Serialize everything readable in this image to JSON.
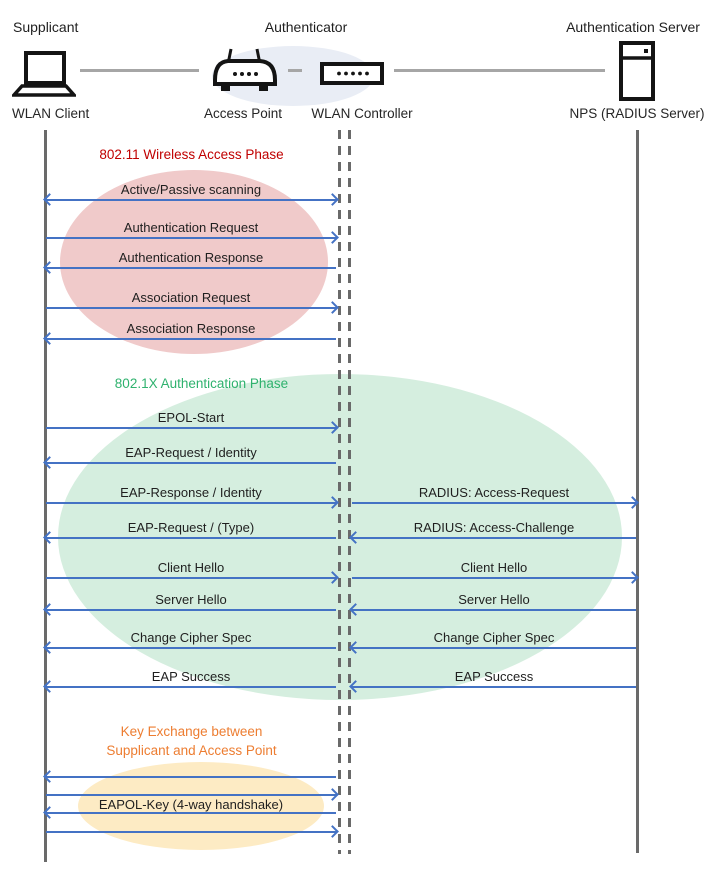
{
  "header": {
    "roles": {
      "supplicant": "Supplicant",
      "authenticator": "Authenticator",
      "authentication_server": "Authentication Server"
    },
    "devices": {
      "wlan_client": "WLAN Client",
      "access_point": "Access Point",
      "wlan_controller": "WLAN Controller",
      "nps": "NPS (RADIUS Server)"
    },
    "icons": [
      "laptop-icon",
      "access-point-icon",
      "wlan-controller-icon",
      "server-icon"
    ]
  },
  "phases": {
    "wireless_access": {
      "title": "802.11 Wireless Access Phase",
      "title_color": "#C00000",
      "fill": "#F0CACA"
    },
    "dot1x": {
      "title": "802.1X Authentication Phase",
      "title_color": "#2FB26E",
      "fill": "#D5EEDF"
    },
    "key_exchange": {
      "title_line1": "Key Exchange between",
      "title_line2": "Supplicant and Access Point",
      "title_color": "#ED7D31",
      "fill": "#FDEBC4"
    }
  },
  "messages": {
    "client_to_controller": [
      {
        "label": "Active/Passive scanning",
        "direction": "both"
      },
      {
        "label": "Authentication Request",
        "direction": "right"
      },
      {
        "label": "Authentication Response",
        "direction": "left"
      },
      {
        "label": "Association Request",
        "direction": "right"
      },
      {
        "label": "Association Response",
        "direction": "left"
      },
      {
        "label": "EPOL-Start",
        "direction": "right"
      },
      {
        "label": "EAP-Request / Identity",
        "direction": "left"
      },
      {
        "label": "EAP-Response / Identity",
        "direction": "right"
      },
      {
        "label": "EAP-Request / (Type)",
        "direction": "left"
      },
      {
        "label": "Client Hello",
        "direction": "right"
      },
      {
        "label": "Server Hello",
        "direction": "left"
      },
      {
        "label": "Change Cipher Spec",
        "direction": "left"
      },
      {
        "label": "EAP Success",
        "direction": "left"
      }
    ],
    "controller_to_server": [
      {
        "label": "RADIUS: Access-Request",
        "direction": "right"
      },
      {
        "label": "RADIUS: Access-Challenge",
        "direction": "left"
      },
      {
        "label": "Client Hello",
        "direction": "right"
      },
      {
        "label": "Server Hello",
        "direction": "left"
      },
      {
        "label": "Change Cipher Spec",
        "direction": "left"
      },
      {
        "label": "EAP Success",
        "direction": "left"
      }
    ],
    "key_exchange": {
      "label": "EAPOL-Key (4-way handshake)",
      "arrow_directions": [
        "left",
        "right",
        "left",
        "right"
      ]
    }
  },
  "colors": {
    "arrow": "#4472C4",
    "lifeline": "#6A6A6A",
    "connector": "#A6A6A6",
    "authenticator_fill": "#E9EDF5"
  }
}
